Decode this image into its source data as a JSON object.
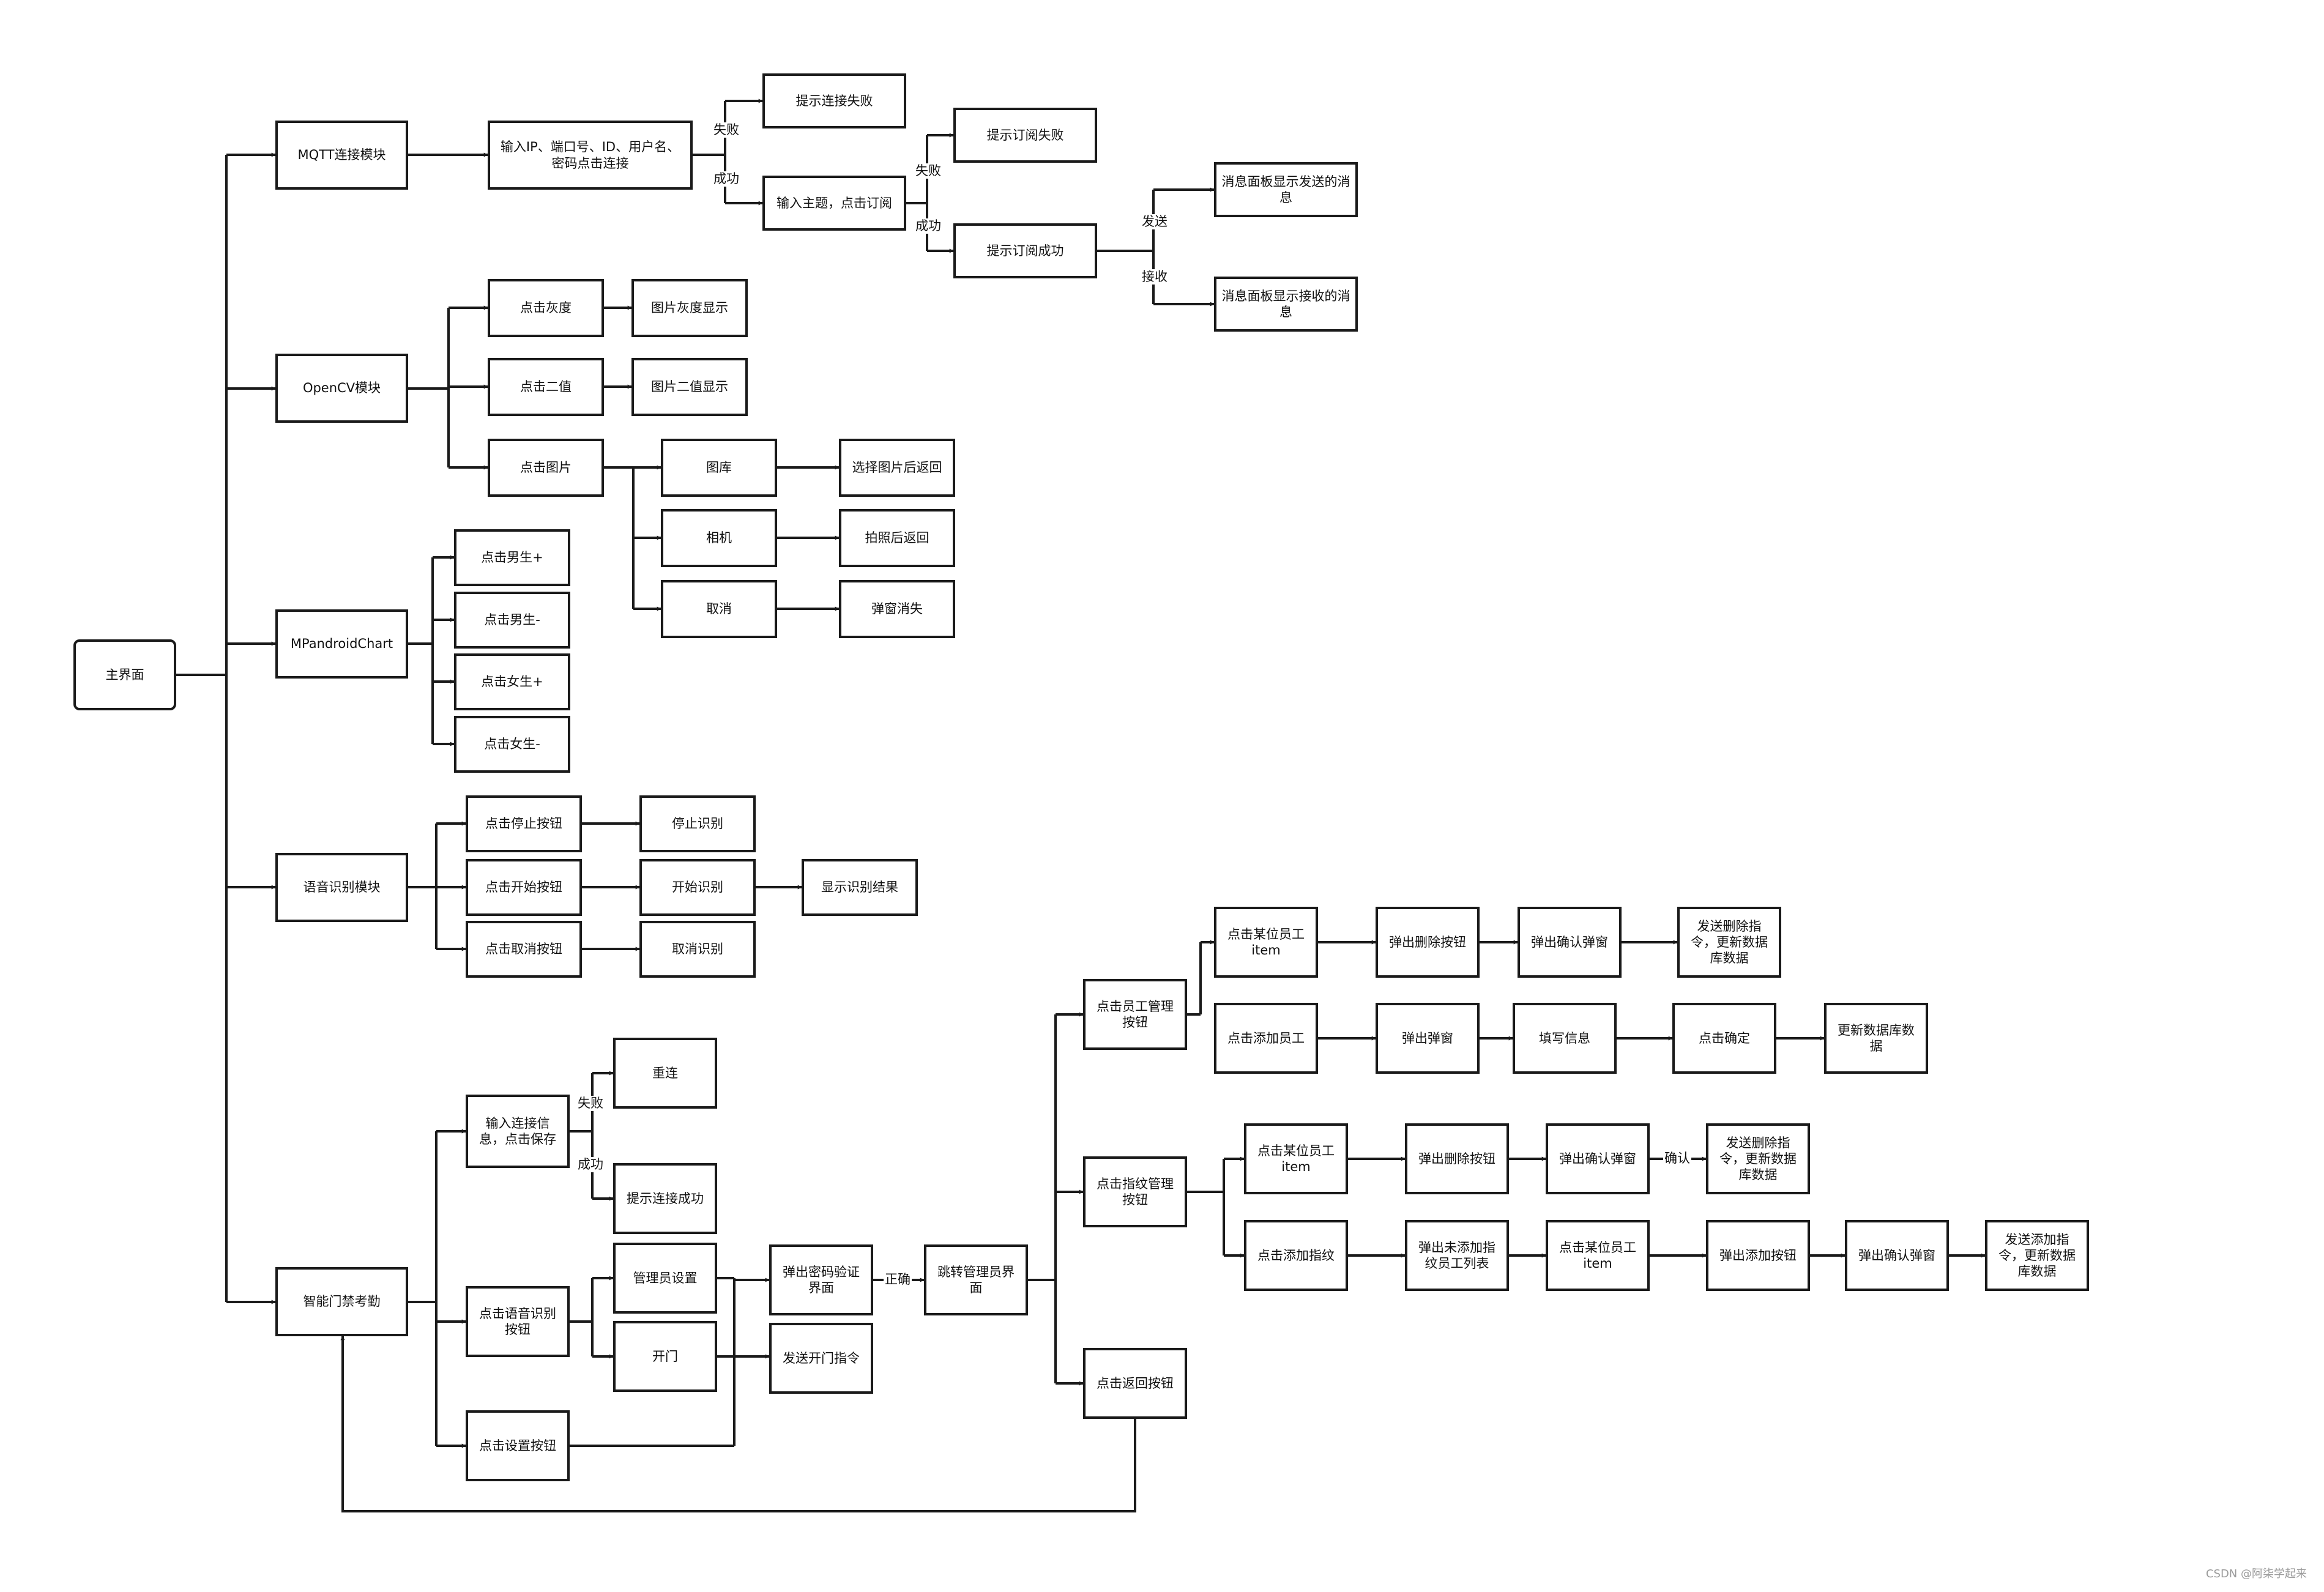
{
  "nodes": {
    "main": "主界面",
    "mqtt": "MQTT连接模块",
    "mqtt_input": "输入IP、端口号、ID、用户名、密码点击连接",
    "mqtt_fail": "提示连接失败",
    "mqtt_topic": "输入主题，点击订阅",
    "sub_fail": "提示订阅失败",
    "sub_ok": "提示订阅成功",
    "msg_send": "消息面板显示发送的消息",
    "msg_recv": "消息面板显示接收的消息",
    "opencv": "OpenCV模块",
    "gray": "点击灰度",
    "gray_show": "图片灰度显示",
    "binary": "点击二值",
    "binary_show": "图片二值显示",
    "pic": "点击图片",
    "gallery": "图库",
    "camera": "相机",
    "cancel": "取消",
    "choose_back": "选择图片后返回",
    "photo_back": "拍照后返回",
    "dialog_gone": "弹窗消失",
    "mpchart": "MPandroidChart",
    "male_plus": "点击男生+",
    "male_minus": "点击男生-",
    "female_plus": "点击女生+",
    "female_minus": "点击女生-",
    "voice": "语音识别模块",
    "stop_btn": "点击停止按钮",
    "start_btn": "点击开始按钮",
    "cancel_btn": "点击取消按钮",
    "stop_rec": "停止识别",
    "start_rec": "开始识别",
    "cancel_rec": "取消识别",
    "show_result": "显示识别结果",
    "door": "智能门禁考勤",
    "conn_input": "输入连接信息，点击保存",
    "reconnect": "重连",
    "conn_ok": "提示连接成功",
    "voice_btn": "点击语音识别按钮",
    "admin_set": "管理员设置",
    "open_door": "开门",
    "settings_btn": "点击设置按钮",
    "pwd_dialog": "弹出密码验证界面",
    "send_open": "发送开门指令",
    "admin_ui": "跳转管理员界面",
    "emp_mgmt": "点击员工管理按钮",
    "fp_mgmt": "点击指纹管理按钮",
    "back_btn": "点击返回按钮",
    "emp_item": "点击某位员工item",
    "emp_del_btn": "弹出删除按钮",
    "emp_confirm": "弹出确认弹窗",
    "emp_send_del": "发送删除指令，更新数据库数据",
    "emp_add": "点击添加员工",
    "emp_dialog": "弹出弹窗",
    "emp_fill": "填写信息",
    "emp_ok": "点击确定",
    "emp_update": "更新数据库数据",
    "fp_item": "点击某位员工item",
    "fp_del_btn": "弹出删除按钮",
    "fp_confirm": "弹出确认弹窗",
    "fp_send_del": "发送删除指令，更新数据库数据",
    "fp_add": "点击添加指纹",
    "fp_list": "弹出未添加指纹员工列表",
    "fp_item2": "点击某位员工item",
    "fp_add_btn": "弹出添加按钮",
    "fp_confirm2": "弹出确认弹窗",
    "fp_send_add": "发送添加指令，更新数据库数据"
  },
  "edge_labels": {
    "mqtt_fail": "失败",
    "mqtt_ok": "成功",
    "sub_fail": "失败",
    "sub_ok": "成功",
    "send": "发送",
    "recv": "接收",
    "door_fail": "失败",
    "door_ok": "成功",
    "pwd_ok": "正确",
    "fp_confirm": "确认"
  },
  "watermark": "CSDN @阿柒学起来",
  "colors": {
    "stroke": "#1a1a1a",
    "background": "#ffffff"
  }
}
